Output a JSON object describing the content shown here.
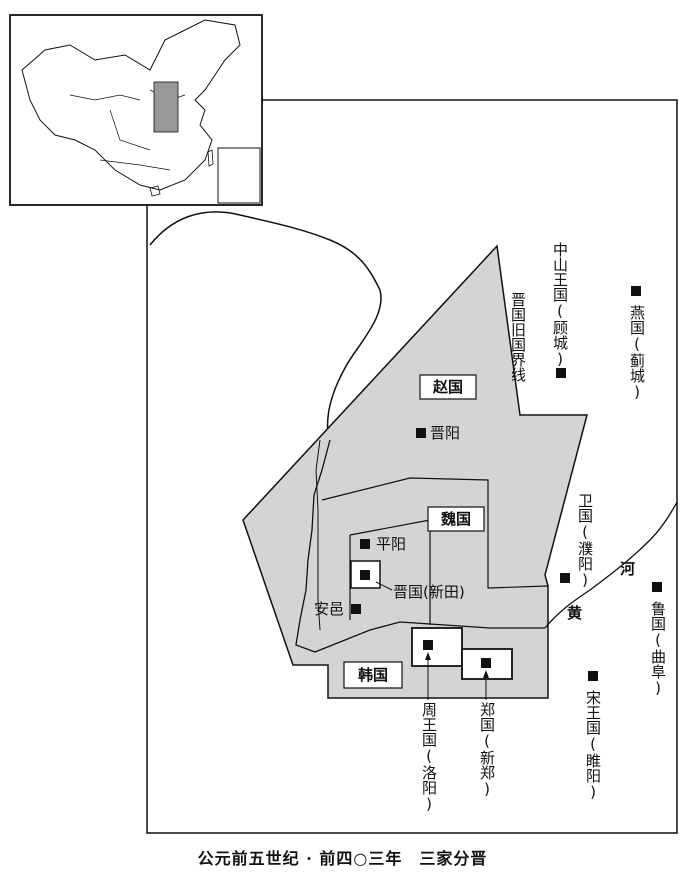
{
  "title": "公元前五世纪 · 前四○三年　三家分晋",
  "states": {
    "zhao": "赵国",
    "wei": "魏国",
    "han": "韩国"
  },
  "cities": {
    "jinyang": "晋阳",
    "pingyang": "平阳",
    "anyi": "安邑",
    "jin_xintian": "晋国(新田)"
  },
  "vertical_labels": {
    "old_border": "晋国旧国界线",
    "zhongshan": "中山王国(顾城)",
    "yan": "燕国(蓟城)",
    "wey": "卫国(濮阳)",
    "lu": "鲁国(曲阜)",
    "song": "宋王国(睢阳)",
    "zhou": "周王国(洛阳)",
    "zheng": "郑国(新郑)"
  },
  "river": {
    "huang": "黄",
    "he": "河"
  },
  "colors": {
    "territory_fill": "#d4d4d4",
    "line": "#111111",
    "background": "#ffffff"
  },
  "legend_symbol": "filled-square-city-marker"
}
